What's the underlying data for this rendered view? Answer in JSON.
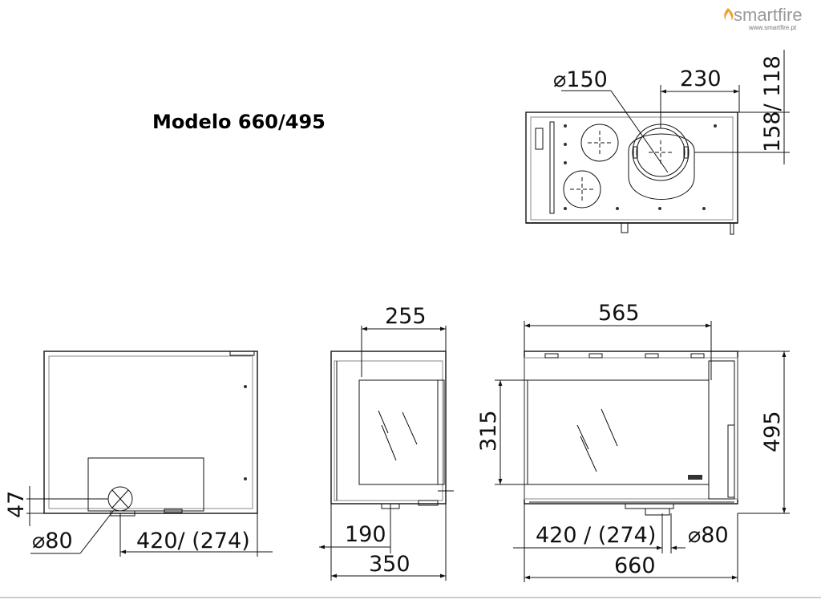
{
  "brand": {
    "name": "smartfire",
    "url": "www.smartfire.pt",
    "accent_color": "#f0a030"
  },
  "title": "Modelo 660/495",
  "top_view": {
    "flue_diameter": "150",
    "flue_offset": "230",
    "depth_dim": "158/ 118"
  },
  "side_view": {
    "height_47": "47",
    "inlet_diameter": "80",
    "inlet_offset": "420/ (274)"
  },
  "section_view": {
    "inner_width": "255",
    "offset_190": "190",
    "total_depth": "350"
  },
  "front_view": {
    "top_width": "565",
    "glass_height": "315",
    "total_height": "495",
    "inlet_offset": "420 / (274)",
    "inlet_diameter": "80",
    "total_width": "660"
  }
}
